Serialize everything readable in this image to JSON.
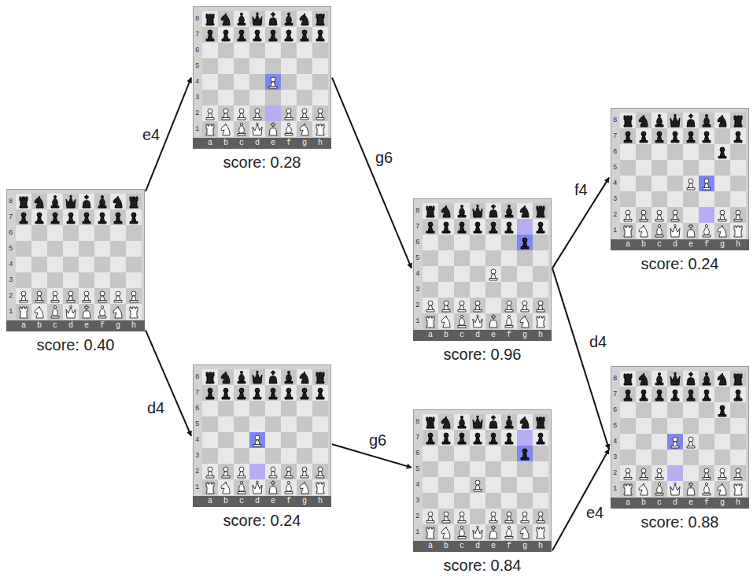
{
  "diagram": {
    "nodes": [
      {
        "text": [
          "8 7 6 5 4 3 2 1",
          "a b c d e f g h",
          "score: 0.40"
        ]
      },
      {
        "text": [
          "8 7 6 5 4 3 2 1",
          "a b c d e f g h",
          "score: 0.28"
        ]
      },
      {
        "text": [
          "8 7 6 5 4 3 2 1",
          "a b c d e f g h",
          "score: 0.24"
        ]
      },
      {
        "text": [
          "8 7 6 5 4 3 2 1",
          "a b c d e f g h",
          "score: 0.96"
        ]
      },
      {
        "text": [
          "8 7 6 5 4 3 2 1",
          "a b c d e f g h",
          "score: 0.84"
        ]
      },
      {
        "text": [
          "8 7 6 5 4 3 2 1",
          "a b c d e f g h",
          "score: 0.24"
        ]
      },
      {
        "text": [
          "8 7 6 5 4 3 2 1",
          "a b c d e f g h",
          "score: 0.88"
        ]
      }
    ],
    "edges": [
      {
        "from": 0,
        "to": 1,
        "label": "e4",
        "arrow": "to"
      },
      {
        "from": 0,
        "to": 2,
        "label": "d4",
        "arrow": "to"
      },
      {
        "from": 1,
        "to": 3,
        "label": "g6",
        "arrow": "to"
      },
      {
        "from": 2,
        "to": 4,
        "label": "g6",
        "arrow": "to"
      },
      {
        "from": 3,
        "to": 5,
        "label": "f4",
        "arrow": "to"
      },
      {
        "from": 3,
        "to": 6,
        "label": "d4",
        "arrow": "to"
      },
      {
        "from": 4,
        "to": 6,
        "label": "e4",
        "arrow": "to"
      }
    ]
  }
}
